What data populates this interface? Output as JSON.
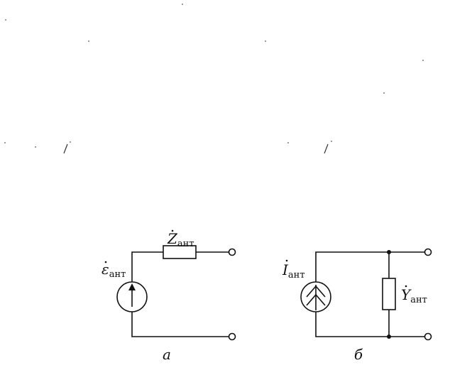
{
  "circuit_a": {
    "source_symbol": "ε",
    "source_subscript": "ант",
    "impedance_symbol": "Z",
    "impedance_subscript": "ант",
    "caption": "а"
  },
  "circuit_b": {
    "source_symbol": "I",
    "source_subscript": "ант",
    "admittance_symbol": "Y",
    "admittance_subscript": "ант",
    "caption": "б"
  }
}
